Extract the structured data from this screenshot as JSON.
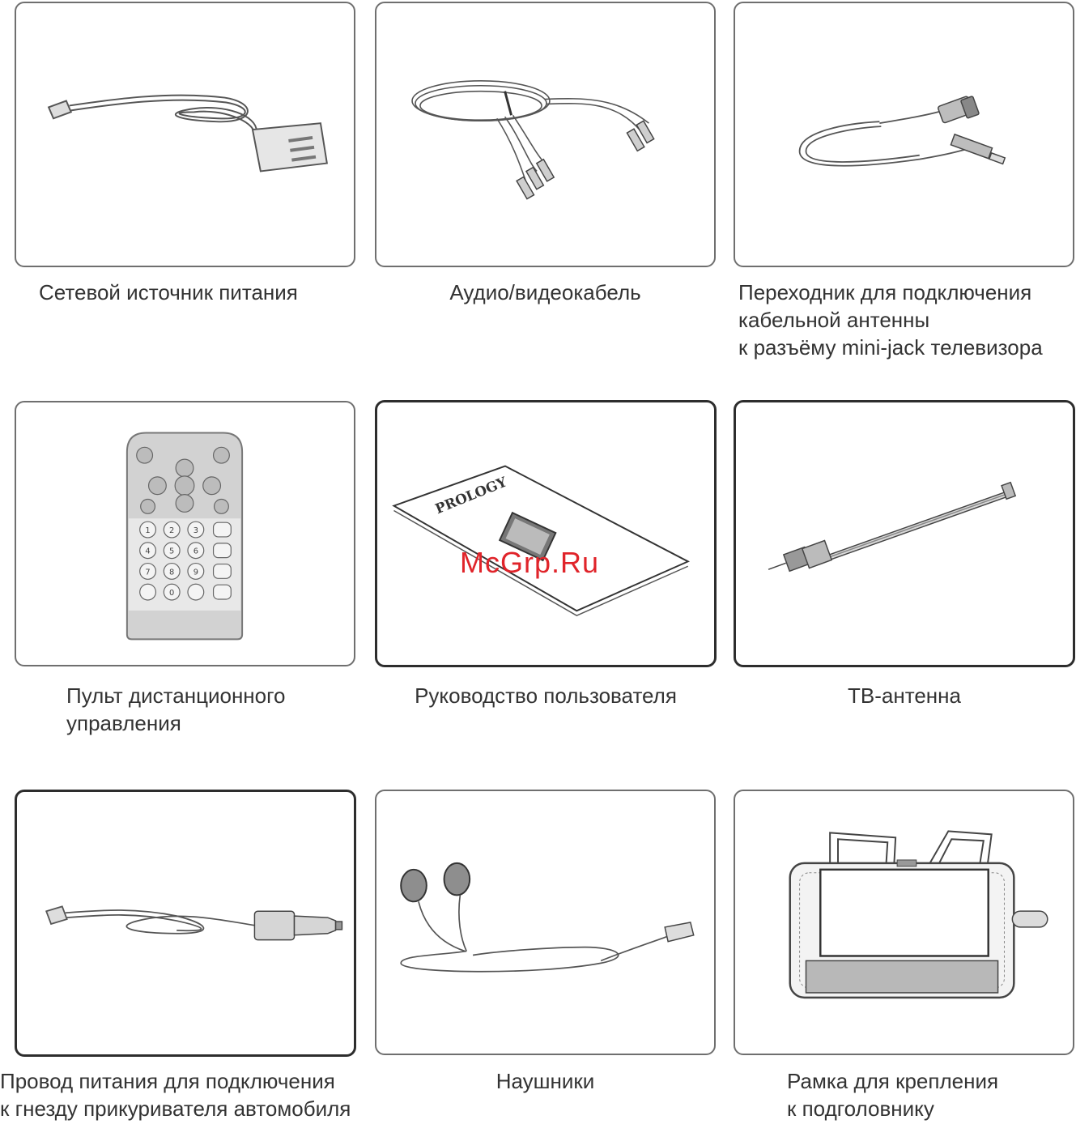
{
  "items": [
    {
      "id": "power-adapter",
      "caption": [
        "Сетевой источник питания"
      ]
    },
    {
      "id": "av-cable",
      "caption": [
        "Аудио/видеокабель"
      ]
    },
    {
      "id": "antenna-adapter",
      "caption": [
        "Переходник для подключения",
        "кабельной антенны",
        "к разъёму mini-jack телевизора"
      ]
    },
    {
      "id": "remote",
      "caption": [
        "Пульт дистанционного",
        "управления"
      ]
    },
    {
      "id": "manual",
      "caption": [
        "Руководство пользователя"
      ]
    },
    {
      "id": "tv-antenna",
      "caption": [
        "ТВ-антенна"
      ]
    },
    {
      "id": "car-cable",
      "caption": [
        "Провод питания для подключения",
        "к гнезду прикуривателя автомобиля"
      ]
    },
    {
      "id": "headphones",
      "caption": [
        "Наушники"
      ]
    },
    {
      "id": "headrest-frame",
      "caption": [
        "Рамка для крепления",
        "к подголовнику"
      ]
    }
  ],
  "manual_brand": "PROLOGY",
  "remote": {
    "keypad": [
      "1",
      "2",
      "3",
      "4",
      "5",
      "6",
      "7",
      "8",
      "9",
      "",
      "0",
      ""
    ]
  },
  "watermark": "McGrp.Ru"
}
